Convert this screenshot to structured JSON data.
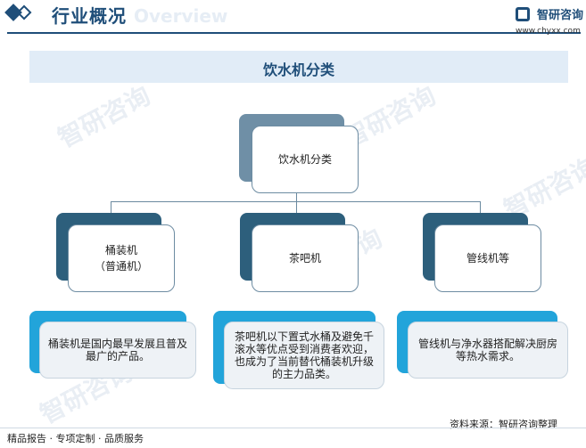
{
  "header": {
    "title": "行业概况",
    "ghost_text": "Overview",
    "logo_name": "智研咨询",
    "logo_url": "www.chyxx.com"
  },
  "diagram": {
    "title": "饮水机分类",
    "root": {
      "label": "饮水机分类"
    },
    "categories": [
      {
        "name_line1": "桶装机",
        "name_line2": "（普通机）",
        "desc_lines": [
          "桶装机是国内最早发展且普及",
          "最广的产品。"
        ]
      },
      {
        "name_line1": "茶吧机",
        "name_line2": "",
        "desc_lines": [
          "茶吧机以下置式水桶及避免千",
          "滚水等优点受到消费者欢迎，",
          "也成为了当前替代桶装机升级",
          "的主力品类。"
        ]
      },
      {
        "name_line1": "管线机等",
        "name_line2": "",
        "desc_lines": [
          "管线机与净水器搭配解决厨房",
          "等热水需求。"
        ]
      }
    ]
  },
  "watermark": {
    "text": "智研咨询"
  },
  "footer": {
    "left": "精品报告 · 专项定制 · 品质服务",
    "source": "资料来源：智研咨询整理"
  },
  "colors": {
    "brand": "#1f4e79",
    "dark_box": "#2d5f7c",
    "root_back": "#6f8fa6",
    "cyan_box": "#22a4da",
    "title_bg": "#e1ecf7"
  }
}
